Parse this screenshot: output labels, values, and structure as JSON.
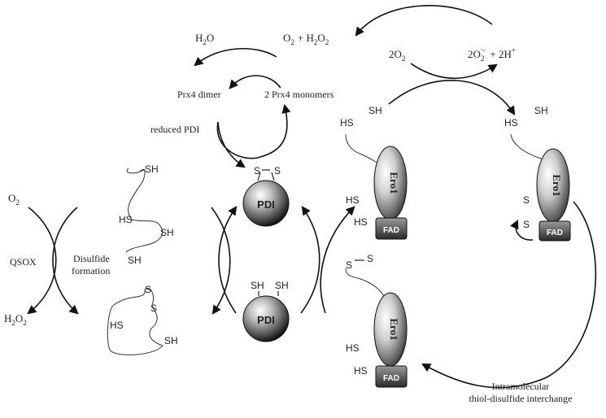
{
  "top": {
    "h2o": "H",
    "h2o_sub": "2",
    "h2o_end": "O",
    "o2h2o2": "O",
    "o2h2o2_sub1": "2",
    "o2h2o2_mid": "+ H",
    "o2h2o2_sub2": "2",
    "o2h2o2_mid2": "O",
    "o2h2o2_sub3": "2",
    "two_o2": "2O",
    "two_o2_sub": "2",
    "superoxide": "2O",
    "superoxide_sub": "2",
    "superoxide_sup": "·-",
    "plus_2h": "+ 2H",
    "plus_2h_sup": "+"
  },
  "prx": {
    "dimer": "Prx4 dimer",
    "monomers": "2 Prx4 monomers",
    "reduced_pdi": "reduced PDI"
  },
  "pdi": {
    "label_top": "PDI",
    "label_bottom": "PDI",
    "s1": "S",
    "s2": "S",
    "sh1": "SH",
    "sh2": "SH"
  },
  "qsox": {
    "o2": "O",
    "o2_sub": "2",
    "label": "QSOX",
    "h2o2": "H",
    "h2o2_sub": "2",
    "h2o2_mid": "O",
    "h2o2_sub2": "2"
  },
  "substrate": {
    "sh_top": "SH",
    "hs_left": "HS",
    "sh_right": "SH",
    "sh_bottom": "SH",
    "caption1": "Disulfide",
    "caption2": "formation",
    "s1": "S",
    "s2": "S",
    "hs_lower": "HS",
    "sh_lower": "SH"
  },
  "ero1": {
    "name": "Ero1",
    "fad": "FAD",
    "left_hs_top": "HS",
    "left_sh_top": "SH",
    "left_hs_mid": "HS",
    "left_hs_low": "HS",
    "right_hs_top": "HS",
    "right_sh_top": "SH",
    "right_s1": "S",
    "right_s2": "S",
    "bottom_s1": "S",
    "bottom_s2": "S",
    "bottom_hs_mid": "HS",
    "bottom_hs_low": "HS"
  },
  "caption": {
    "line1": "Intramolecular",
    "line2": "thiol-disulfide interchange"
  }
}
